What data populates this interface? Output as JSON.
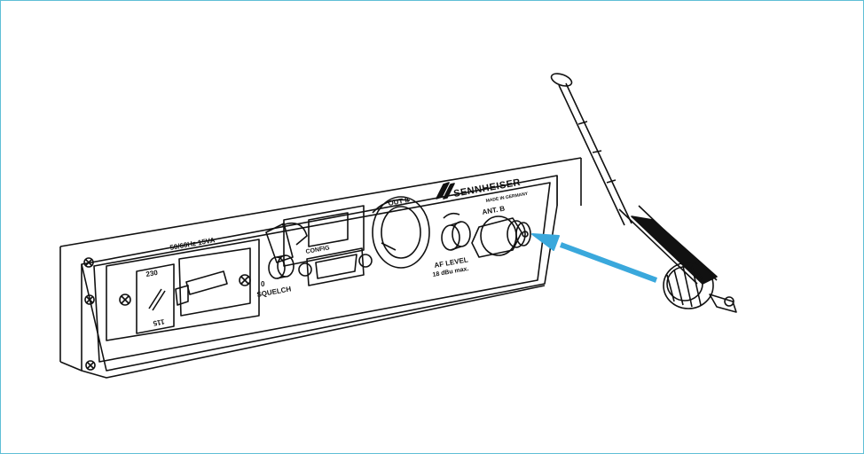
{
  "frame": {
    "border_color": "#5fbfd6"
  },
  "arrow": {
    "color": "#3aa8dc"
  },
  "device": {
    "brand": "SENNHEISER",
    "made_in": "MADE IN GERMANY",
    "power_rating": "50/60Hz  15VA",
    "voltage_top": "230",
    "voltage_bottom": "115",
    "squelch_zero": "0",
    "squelch_label": "SQUELCH",
    "config_label": "CONFIG",
    "out_label": "OUT II",
    "af_level_label": "AF LEVEL",
    "af_level_max": "18 dBu max.",
    "antenna_label": "ANT. B"
  },
  "icons": [
    "screw-icon",
    "antenna-icon",
    "arrow-icon",
    "bnc-connector-icon",
    "sennheiser-logo-icon"
  ]
}
